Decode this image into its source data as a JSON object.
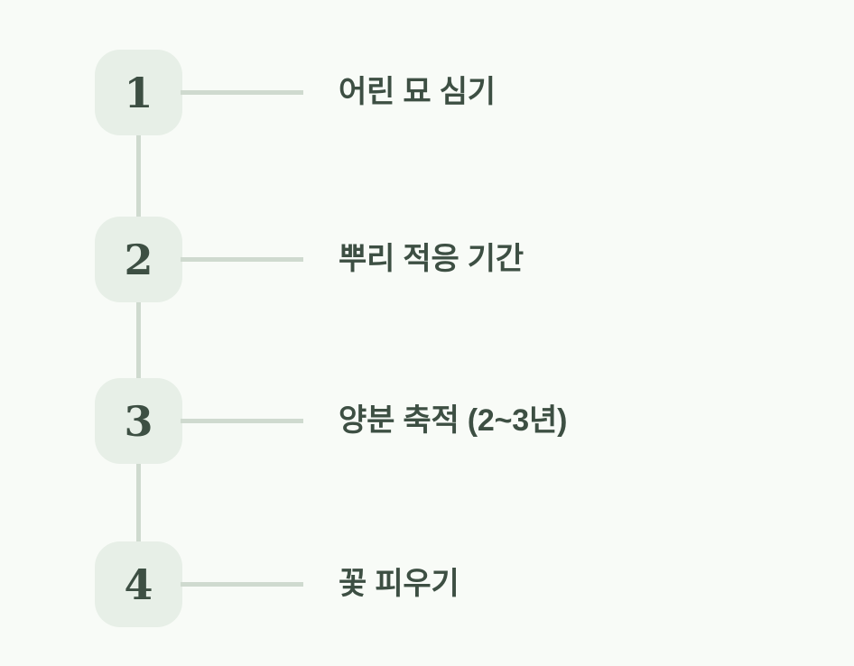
{
  "page": {
    "background_color": "#f8fbf7",
    "accent_color": "#3d4f43",
    "badge_color": "#e7efe7",
    "connector_color": "#cfdacf"
  },
  "timeline": {
    "steps": [
      {
        "number": "1",
        "label": "어린 묘 심기"
      },
      {
        "number": "2",
        "label": "뿌리 적응 기간"
      },
      {
        "number": "3",
        "label": "양분 축적 (2~3년)"
      },
      {
        "number": "4",
        "label": "꽃 피우기"
      }
    ]
  }
}
